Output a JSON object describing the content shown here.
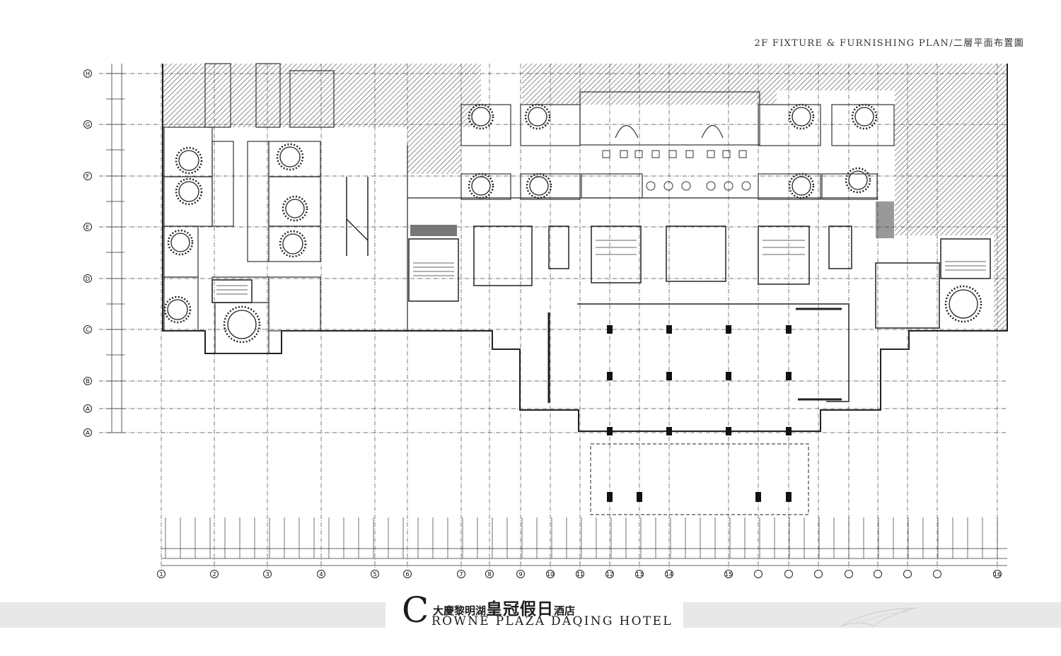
{
  "sheet": {
    "title": "2F FIXTURE & FURNISHING PLAN/二層平面布置圖"
  },
  "grid": {
    "rows": [
      "H",
      "G",
      "F",
      "E",
      "D",
      "C",
      "B",
      "A",
      "A"
    ],
    "columns": [
      "1",
      "2",
      "3",
      "4",
      "5",
      "6",
      "7",
      "8",
      "9",
      "10",
      "11",
      "12",
      "13",
      "14",
      "15",
      "16"
    ]
  },
  "logo": {
    "initial": "C",
    "chinese_prefix": "大慶黎明湖",
    "chinese_brand": "皇冠假日",
    "chinese_suffix": "酒店",
    "english_rest": "ROWNE PLAZA DAQING HOTEL"
  },
  "colors": {
    "ink": "#222222",
    "hatch": "#555555",
    "band": "#e8e8e8"
  }
}
